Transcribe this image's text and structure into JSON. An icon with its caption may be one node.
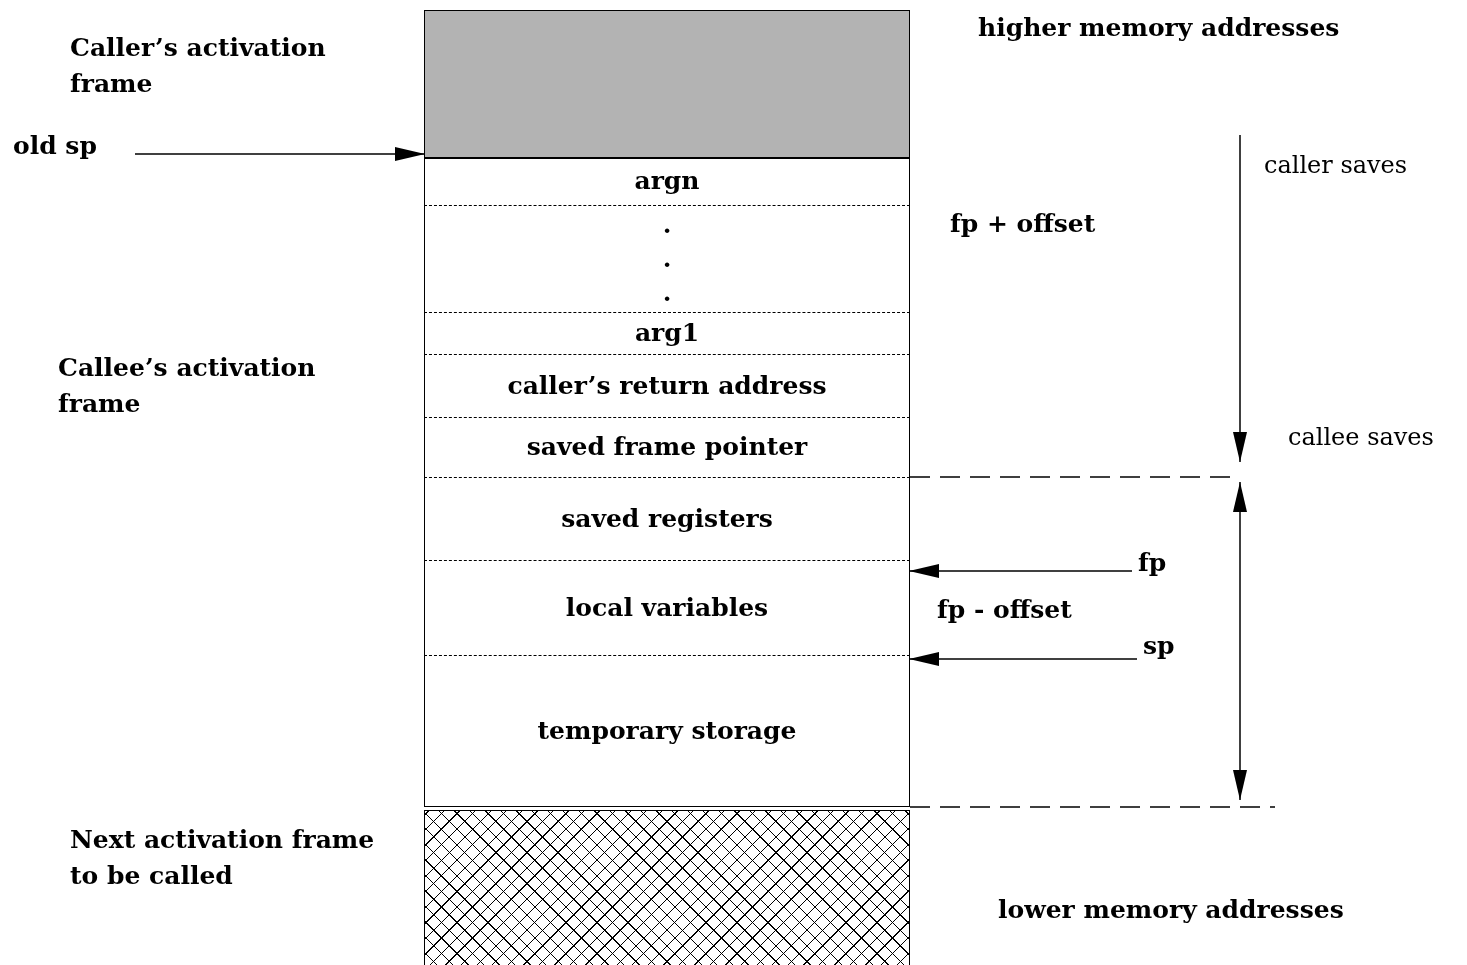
{
  "diagram": {
    "nodes": [
      {
        "text": [],
        "shape": "box"
      },
      {
        "text": [
          "argn"
        ]
      },
      {
        "text": [
          ". . ."
        ]
      },
      {
        "text": [
          "arg1"
        ]
      },
      {
        "text": [
          "caller’s return address"
        ]
      },
      {
        "text": [
          "saved frame pointer"
        ]
      },
      {
        "text": [
          "saved registers"
        ]
      },
      {
        "text": [
          "local variables"
        ]
      },
      {
        "text": [
          "temporary storage"
        ]
      },
      {
        "text": [],
        "shape": "box"
      },
      {
        "text": [
          "old sp"
        ]
      },
      {
        "text": [
          "fp"
        ]
      },
      {
        "text": [
          "sp"
        ]
      }
    ],
    "edges": [
      {
        "from": 10,
        "to": 0,
        "arrow": "to"
      },
      {
        "from": 11,
        "to": 7,
        "arrow": "to"
      },
      {
        "from": 12,
        "to": 8,
        "arrow": "to"
      }
    ],
    "labels": [
      "Caller’s activation frame",
      "higher memory addresses",
      "caller saves",
      "fp + offset",
      "Callee’s activation frame",
      "callee saves",
      "fp - offset",
      "Next activation frame to be called",
      "lower memory addresses"
    ]
  }
}
